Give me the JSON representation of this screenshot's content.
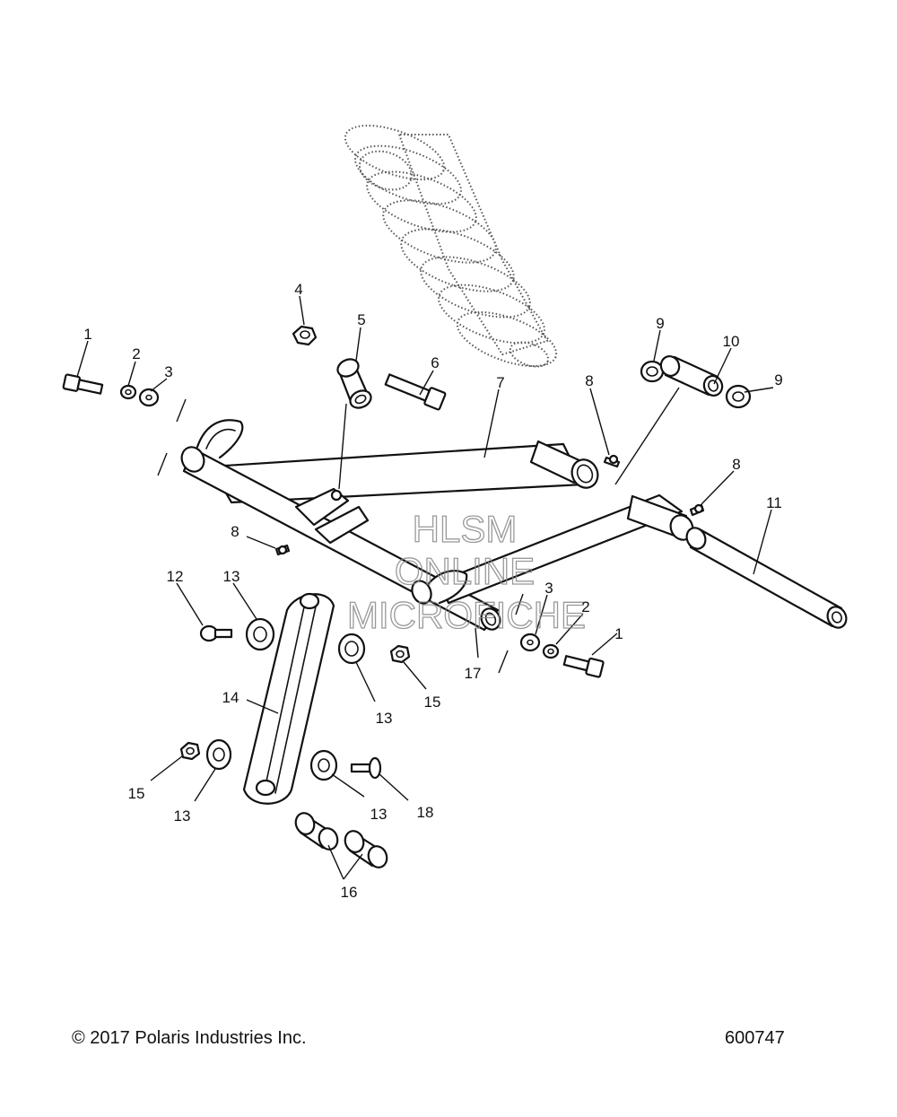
{
  "watermark": [
    "HLSM",
    "ONLINE",
    "MICROFICHE"
  ],
  "footer": {
    "copyright": "© 2017 Polaris Industries Inc.",
    "drawing_number": "600747"
  },
  "callouts": [
    {
      "id": "c1a",
      "label": "1"
    },
    {
      "id": "c2a",
      "label": "2"
    },
    {
      "id": "c3a",
      "label": "3"
    },
    {
      "id": "c4",
      "label": "4"
    },
    {
      "id": "c5",
      "label": "5"
    },
    {
      "id": "c6",
      "label": "6"
    },
    {
      "id": "c7",
      "label": "7"
    },
    {
      "id": "c8a",
      "label": "8"
    },
    {
      "id": "c9a",
      "label": "9"
    },
    {
      "id": "c10",
      "label": "10"
    },
    {
      "id": "c9b",
      "label": "9"
    },
    {
      "id": "c8b",
      "label": "8"
    },
    {
      "id": "c11",
      "label": "11"
    },
    {
      "id": "c8c",
      "label": "8"
    },
    {
      "id": "c12",
      "label": "12"
    },
    {
      "id": "c13a",
      "label": "13"
    },
    {
      "id": "c3b",
      "label": "3"
    },
    {
      "id": "c2b",
      "label": "2"
    },
    {
      "id": "c1b",
      "label": "1"
    },
    {
      "id": "c14",
      "label": "14"
    },
    {
      "id": "c13b",
      "label": "13"
    },
    {
      "id": "c15a",
      "label": "15"
    },
    {
      "id": "c17",
      "label": "17"
    },
    {
      "id": "c15b",
      "label": "15"
    },
    {
      "id": "c13c",
      "label": "13"
    },
    {
      "id": "c13d",
      "label": "13"
    },
    {
      "id": "c18",
      "label": "18"
    },
    {
      "id": "c16",
      "label": "16"
    }
  ]
}
